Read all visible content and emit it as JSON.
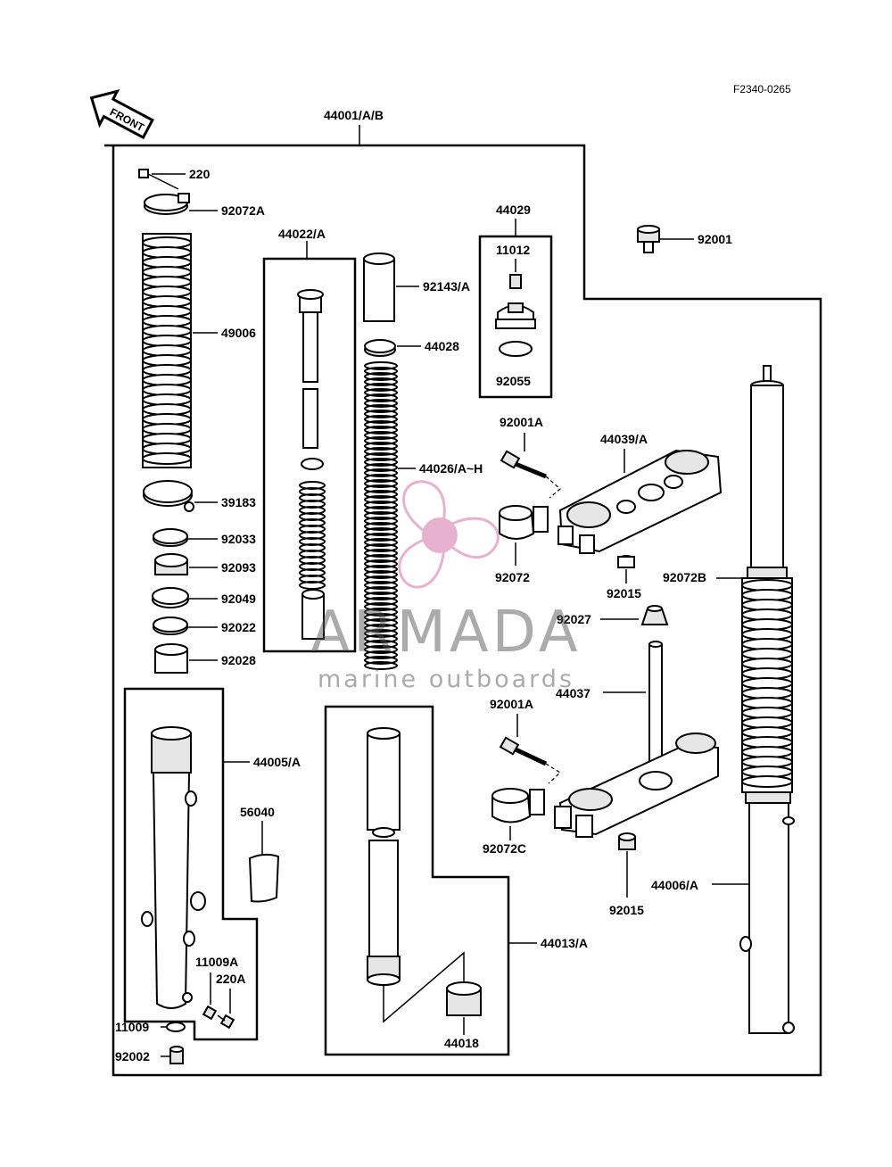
{
  "diagram_code": "F2340-0265",
  "front_arrow_label": "FRONT",
  "watermark": {
    "brand": "ARMADA",
    "tagline": "marine outboards",
    "logo_color": "#e7a9cc"
  },
  "labels": {
    "assy_44001": "44001/A/B",
    "p220": "220",
    "p92072A": "92072A",
    "p49006": "49006",
    "p39183": "39183",
    "p92033": "92033",
    "p92093": "92093",
    "p92049": "92049",
    "p92022": "92022",
    "p92028": "92028",
    "p44022": "44022/A",
    "p92143": "92143/A",
    "p44028": "44028",
    "p44026": "44026/A~H",
    "p44029": "44029",
    "p11012": "11012",
    "p92055": "92055",
    "p92001": "92001",
    "p92001A_top": "92001A",
    "p44039": "44039/A",
    "p92072": "92072",
    "p92015_top": "92015",
    "p92072B": "92072B",
    "p92027": "92027",
    "p44037": "44037",
    "p92001A_bot": "92001A",
    "p92072C": "92072C",
    "p92015_bot": "92015",
    "p44006": "44006/A",
    "p44005": "44005/A",
    "p56040": "56040",
    "p11009A": "11009A",
    "p220A": "220A",
    "p11009": "11009",
    "p92002": "92002",
    "p44013": "44013/A",
    "p44018": "44018"
  }
}
